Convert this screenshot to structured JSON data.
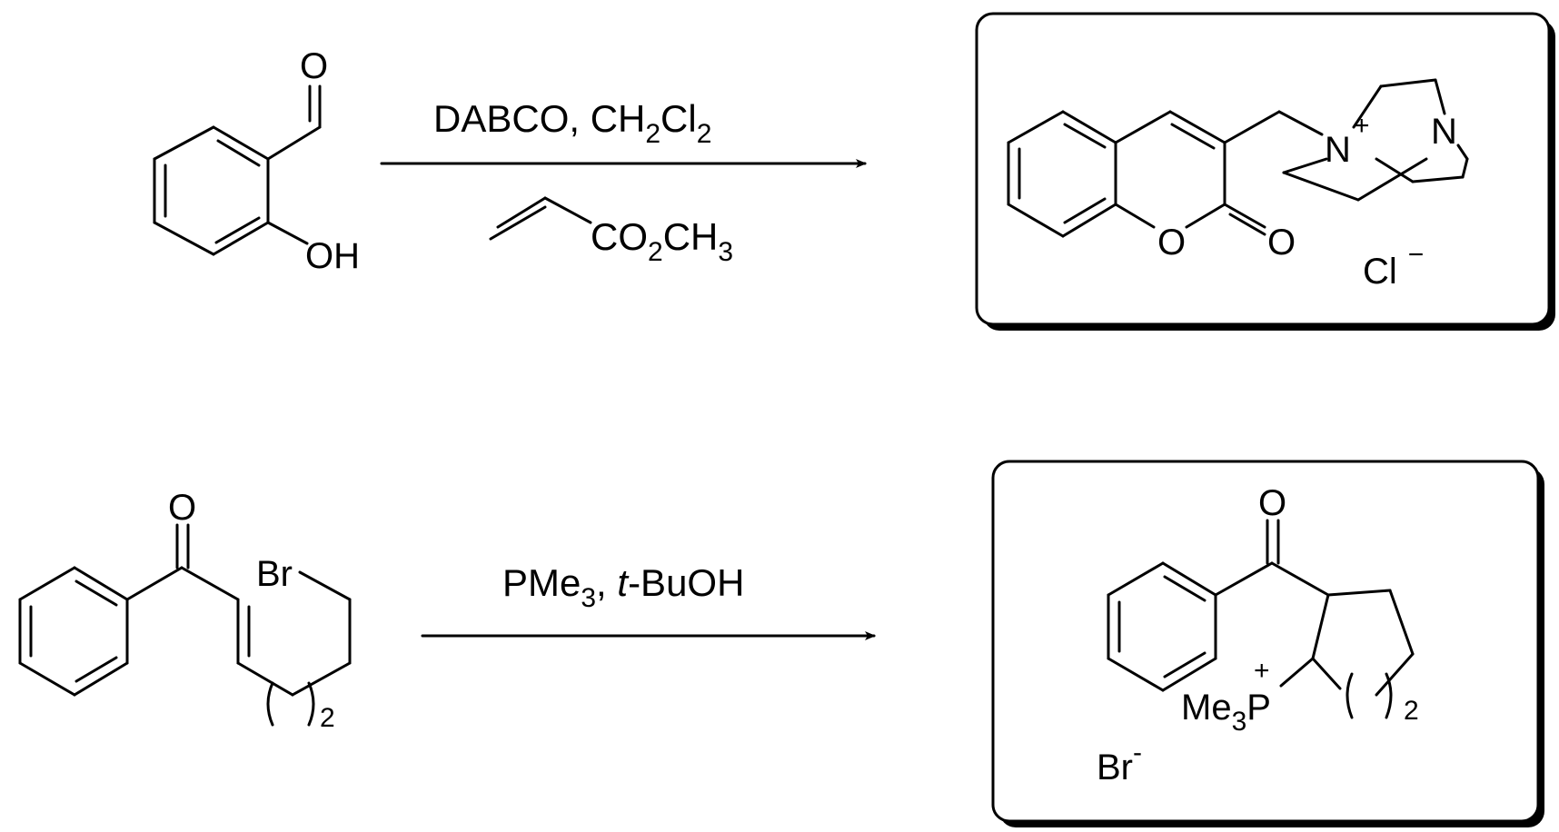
{
  "reaction_1": {
    "reactant": {
      "atom_O_carbonyl": "O",
      "atom_OH": "OH"
    },
    "conditions_above": {
      "text": "DABCO, CH",
      "sub1": "2",
      "mid": "Cl",
      "sub2": "2"
    },
    "conditions_below": {
      "a": "CO",
      "sub1": "2",
      "b": "CH",
      "sub2": "3"
    },
    "product": {
      "atom_N_plus": "N",
      "charge_plus": "+",
      "atom_N": "N",
      "atom_O_ring": "O",
      "atom_O_carbonyl": "O",
      "counterion": "Cl",
      "counter_charge": "−"
    }
  },
  "reaction_2": {
    "reactant": {
      "atom_O": "O",
      "atom_Br": "Br",
      "ring_count": "2"
    },
    "conditions_above": {
      "a": "PMe",
      "sub1": "3",
      "b": ", ",
      "italic": "t",
      "c": "-BuOH"
    },
    "product": {
      "atom_O": "O",
      "charge_plus": "+",
      "me3p_a": "Me",
      "me3p_sub": "3",
      "me3p_b": "P",
      "ring_count": "2",
      "counterion": "Br",
      "counter_charge": "-"
    }
  }
}
